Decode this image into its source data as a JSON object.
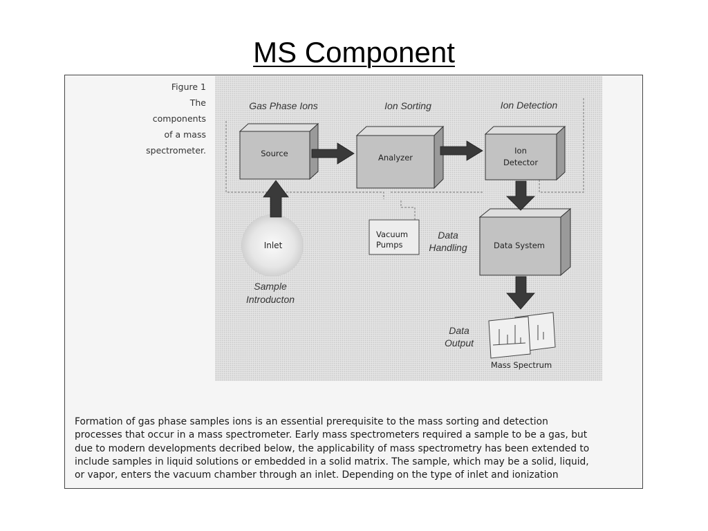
{
  "slide": {
    "title": "MS Component"
  },
  "figure": {
    "caption_lines": [
      "Figure 1",
      "The",
      "components",
      "of a mass",
      "spectrometer."
    ],
    "stage_labels": {
      "gas_phase_ions": "Gas Phase Ions",
      "ion_sorting": "Ion Sorting",
      "ion_detection": "Ion Detection",
      "data_handling": [
        "Data",
        "Handling"
      ],
      "sample_introduction": [
        "Sample",
        "Introducton"
      ],
      "data_output": [
        "Data",
        "Output"
      ]
    },
    "boxes": {
      "source": "Source",
      "analyzer": "Analyzer",
      "ion_detector": [
        "Ion",
        "Detector"
      ],
      "data_system": "Data System",
      "vacuum_pumps": [
        "Vacuum",
        "Pumps"
      ],
      "inlet": "Inlet"
    },
    "mass_spectrum_label": "Mass Spectrum"
  },
  "body_text_lines": [
    "Formation of gas phase samples ions is an essential prerequisite to the mass sorting and detection",
    "processes that occur in a mass spectrometer. Early mass spectrometers required a sample to be a gas, but",
    "due to modern developments decribed below, the applicability of mass spectrometry has been extended to",
    "include samples in liquid solutions or embedded in a solid matrix. The sample, which may be a solid, liquid,",
    "or vapor, enters the vacuum chamber through an inlet. Depending on the type of inlet and ionization"
  ],
  "colors": {
    "box_front": "#c2c2c2",
    "box_top": "#dedede",
    "box_side": "#9a9a9a",
    "arrow": "#3a3a3a"
  }
}
